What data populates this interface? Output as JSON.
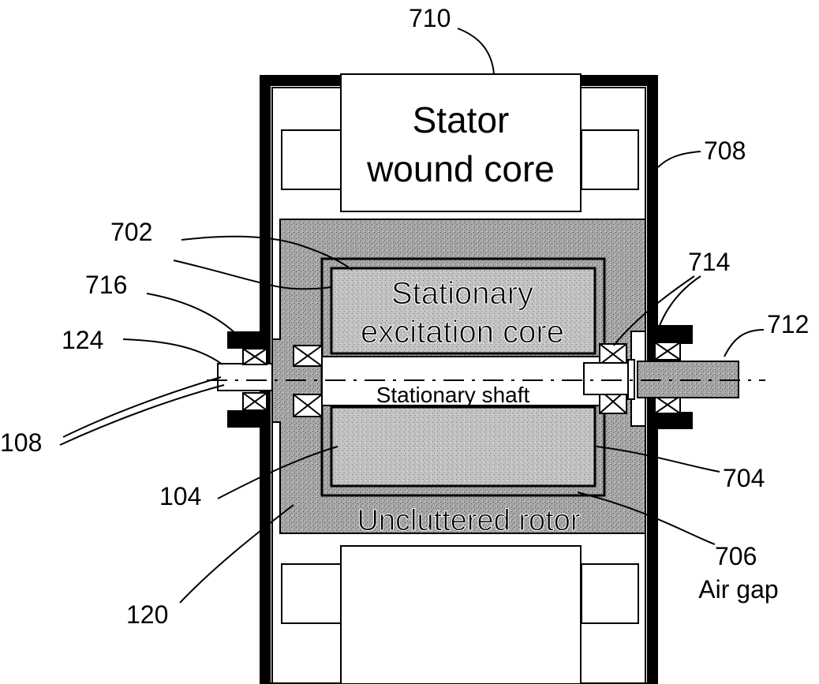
{
  "labels": {
    "stator_line1": "Stator",
    "stator_line2": "wound core",
    "excitation_line1": "Stationary",
    "excitation_line2": "excitation core",
    "shaft": "Stationary shaft",
    "rotor": "Uncluttered rotor",
    "air_gap": "Air gap"
  },
  "refs": {
    "r710": "710",
    "r708": "708",
    "r702": "702",
    "r714": "714",
    "r716": "716",
    "r124": "124",
    "r712": "712",
    "r108": "108",
    "r104": "104",
    "r704": "704",
    "r706": "706",
    "r120": "120"
  },
  "colors": {
    "ink": "#000000",
    "rotor_fill": "#9a9a9a",
    "core_fill": "#b8b8b8",
    "inner_fill": "#c4c4c4",
    "paper": "#ffffff"
  }
}
